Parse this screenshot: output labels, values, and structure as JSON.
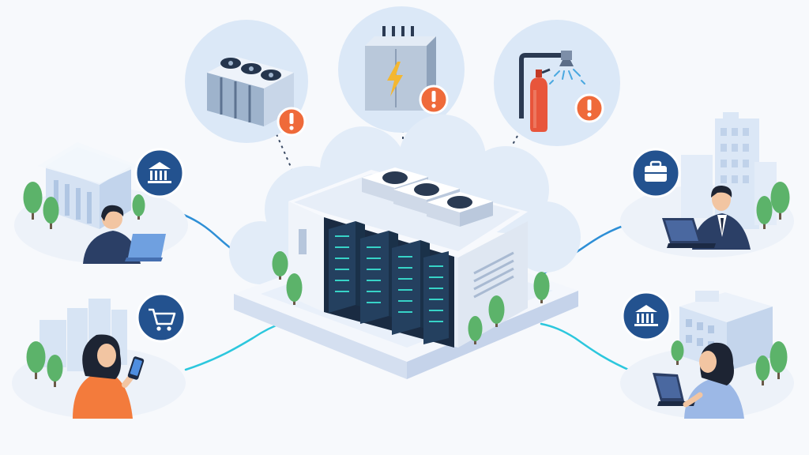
{
  "colors": {
    "background": "#f7f9fc",
    "navy_badge": "#23528f",
    "alert_orange": "#ef6a3a",
    "connector_cyan": "#2cc7dd",
    "connector_blue": "#2e8fd6",
    "server_dark": "#1f3550",
    "server_led": "#37d3c7",
    "tree_green": "#5cb36a",
    "building_pale": "#dbe7f6",
    "user_orange": "#f37b3c",
    "user_blue": "#9cb8e6",
    "suit_navy": "#2b3f66"
  },
  "hazards": [
    {
      "name": "cooling-unit",
      "icon": "chiller-fans-icon",
      "status": "alert"
    },
    {
      "name": "power-supply",
      "icon": "electrical-panel-icon",
      "status": "alert"
    },
    {
      "name": "fire-suppression",
      "icon": "fire-extinguisher-sprinkler-icon",
      "status": "alert"
    }
  ],
  "clients": [
    {
      "name": "government-user",
      "icon": "government-building-icon",
      "device": "laptop"
    },
    {
      "name": "online-shopper",
      "icon": "shopping-cart-icon",
      "device": "phone"
    },
    {
      "name": "business-user",
      "icon": "briefcase-icon",
      "device": "laptop"
    },
    {
      "name": "bank-user",
      "icon": "bank-building-icon",
      "device": "laptop"
    }
  ],
  "hub": {
    "name": "data-center",
    "icon": "data-center-building-icon",
    "server_racks": 4,
    "roof_fans": 3
  }
}
